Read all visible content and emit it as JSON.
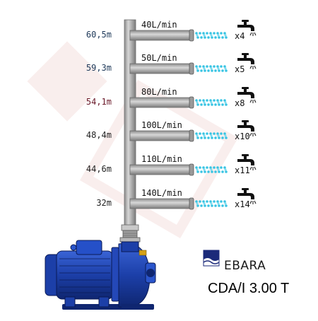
{
  "outlets": [
    {
      "level": "60,5m",
      "flow": "40L/min",
      "count": "x4",
      "level_color": "#1f3a5a"
    },
    {
      "level": "59,3m",
      "flow": "50L/min",
      "count": "x5",
      "level_color": "#1f3a5a"
    },
    {
      "level": "54,1m",
      "flow": "80L/min",
      "count": "x8",
      "level_color": "#6b1a2a"
    },
    {
      "level": "48,4m",
      "flow": "100L/min",
      "count": "x10",
      "level_color": "#222222"
    },
    {
      "level": "44,6m",
      "flow": "110L/min",
      "count": "x11",
      "level_color": "#222222"
    },
    {
      "level": "32m",
      "flow": "140L/min",
      "count": "x14",
      "level_color": "#222222"
    }
  ],
  "brand": {
    "name": "EBARA"
  },
  "model": {
    "name": "CDA/I 3.00 T"
  },
  "colors": {
    "pump_blue": "#1c3fa8",
    "pipe_gray": "#b5b5b5",
    "water": "#39c4e3",
    "brand_blue": "#1b2a7a"
  }
}
